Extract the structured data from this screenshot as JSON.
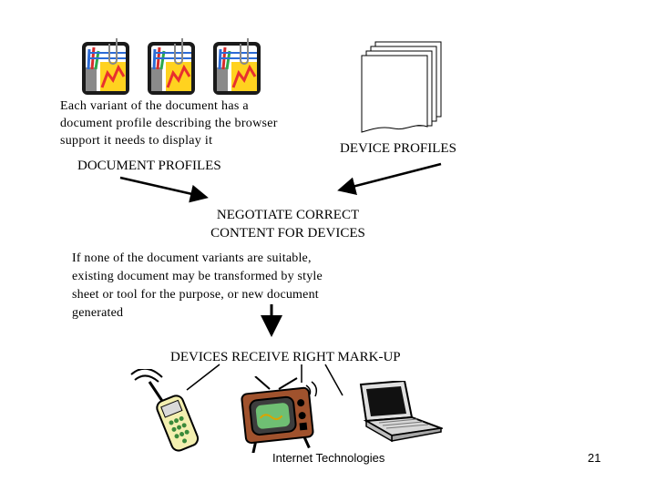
{
  "slide": {
    "doc_note": [
      "Each variant of the document has a",
      "document profile describing the browser",
      "support it needs to display it"
    ],
    "document_profiles_label": "DOCUMENT PROFILES",
    "device_profiles_label": "DEVICE PROFILES",
    "negotiate": [
      "NEGOTIATE CORRECT",
      "CONTENT FOR DEVICES"
    ],
    "transform_note": [
      "If none of the document variants are suitable,",
      "existing document may be transformed by style",
      "sheet or tool for the purpose, or new document",
      "generated"
    ],
    "devices_receive": "DEVICES RECEIVE RIGHT MARK-UP",
    "footer_title": "Internet Technologies",
    "page_number": "21"
  },
  "icons": [
    "document-chart-icon",
    "document-chart-icon",
    "document-chart-icon",
    "stacked-pages-icon",
    "mobile-phone-icon",
    "television-icon",
    "laptop-icon"
  ]
}
